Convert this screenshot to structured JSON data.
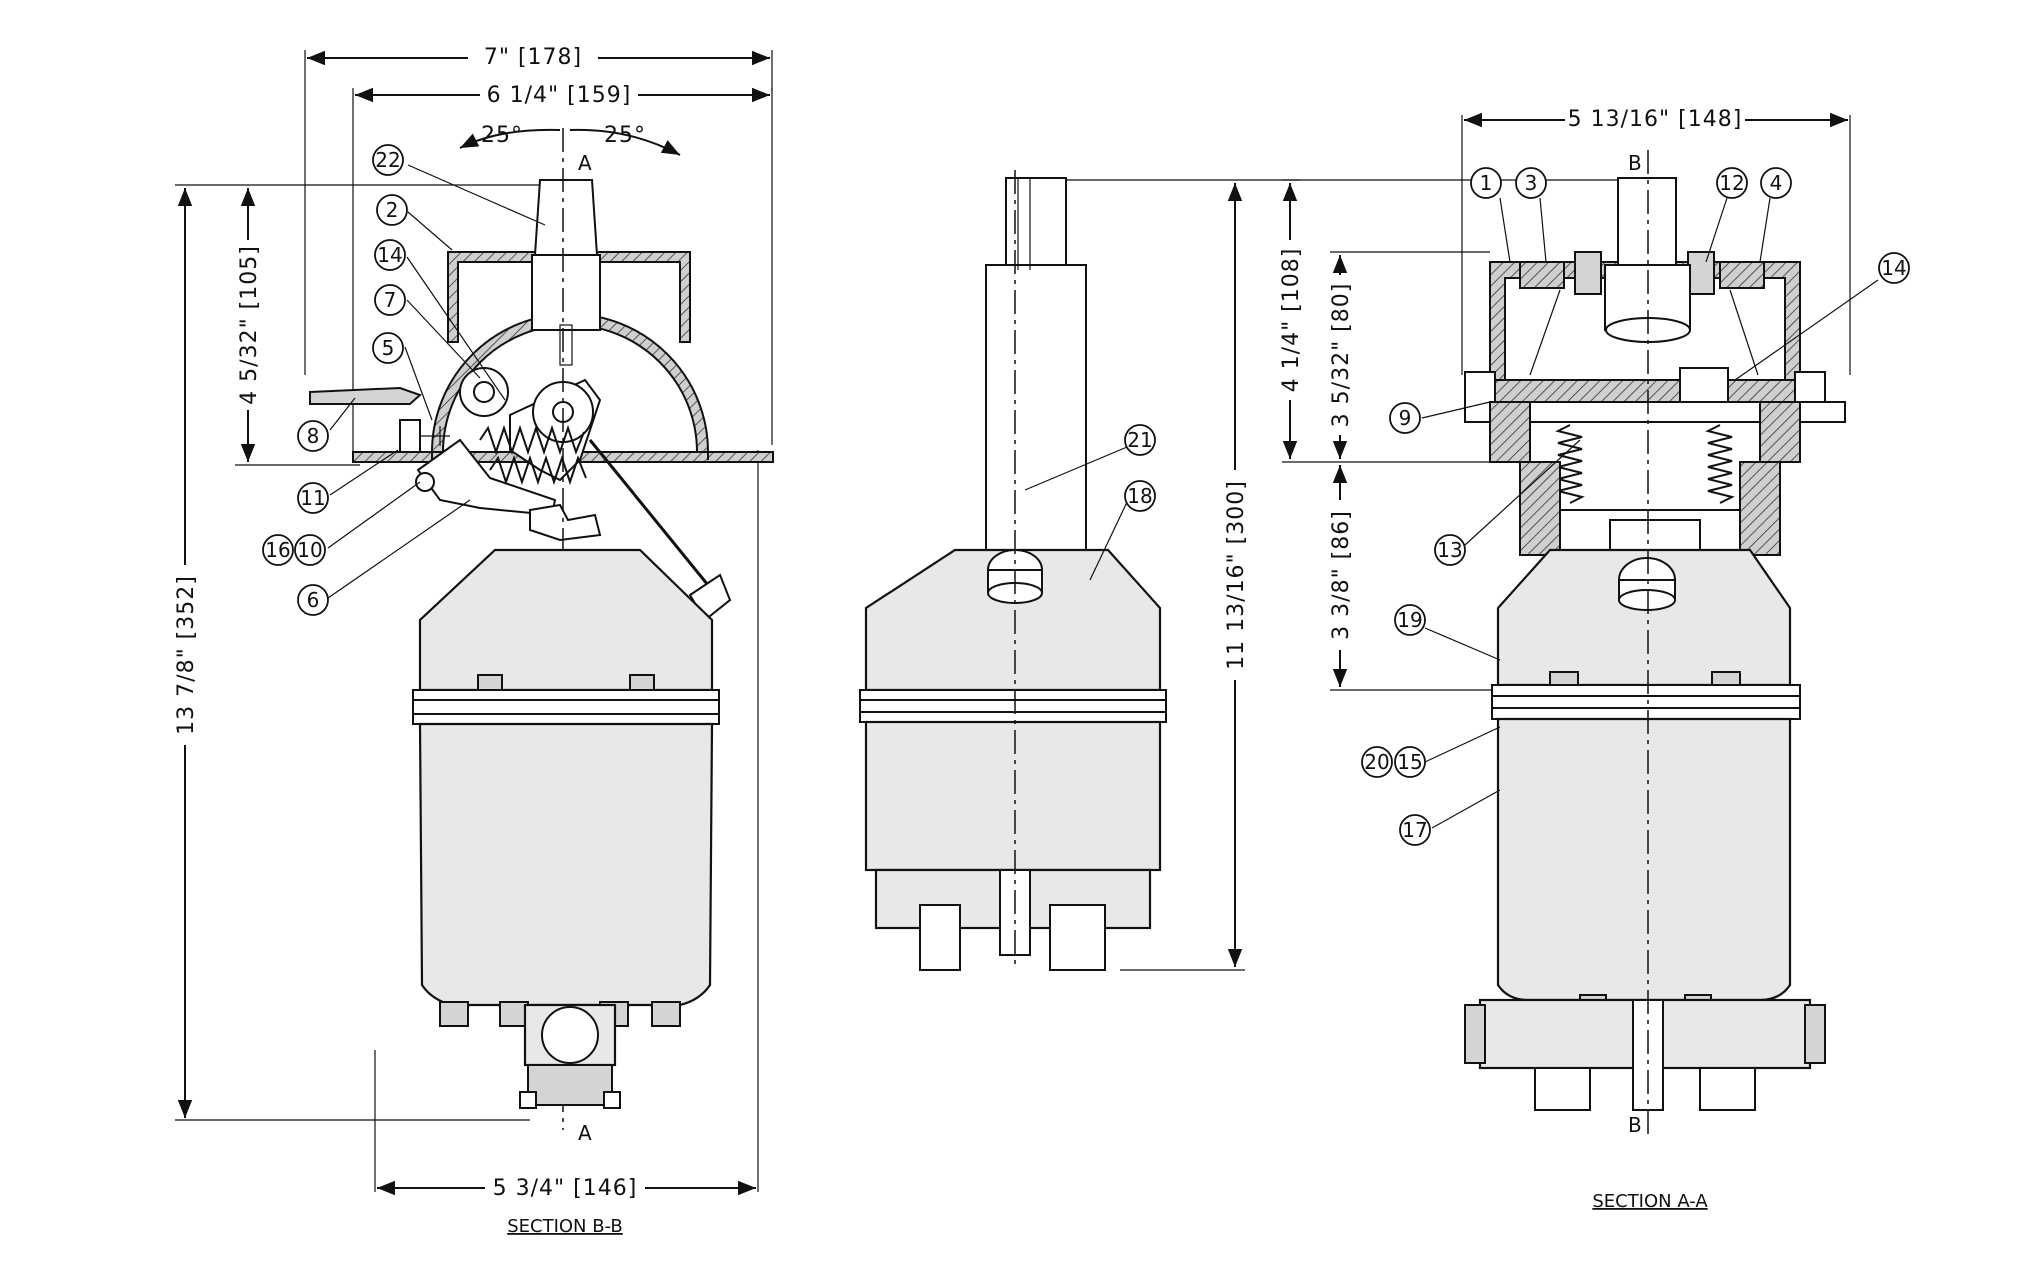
{
  "views": {
    "section_b": {
      "title": "SECTION B-B",
      "dims": {
        "overall_width": "7\" [178]",
        "flange_width": "6 1/4\" [159]",
        "angle_left": "25°",
        "angle_right": "25°",
        "top_height": "4 5/32\" [105]",
        "total_height": "13 7/8\" [352]",
        "base_width": "5 3/4\" [146]"
      },
      "section_marks": {
        "top": "A",
        "bottom": "A"
      },
      "callouts": [
        "22",
        "2",
        "14",
        "7",
        "5",
        "8",
        "11",
        "16",
        "10",
        "6"
      ]
    },
    "side_view": {
      "dims": {
        "overall_height": "11 13/16\" [300]"
      },
      "callouts": [
        "21",
        "18"
      ]
    },
    "section_a": {
      "title": "SECTION A-A",
      "dims": {
        "width": "5 13/16\" [148]",
        "upper_height": "4 1/4\" [108]",
        "flange_height": "3 5/32\" [80]",
        "lower_height": "3 3/8\" [86]"
      },
      "section_marks": {
        "top": "B",
        "bottom": "B"
      },
      "callouts": [
        "1",
        "3",
        "12",
        "4",
        "14",
        "9",
        "13",
        "19",
        "20",
        "15",
        "17"
      ]
    }
  },
  "icons": {
    "callout": "circle-bubble",
    "dimension": "arrow-line"
  }
}
